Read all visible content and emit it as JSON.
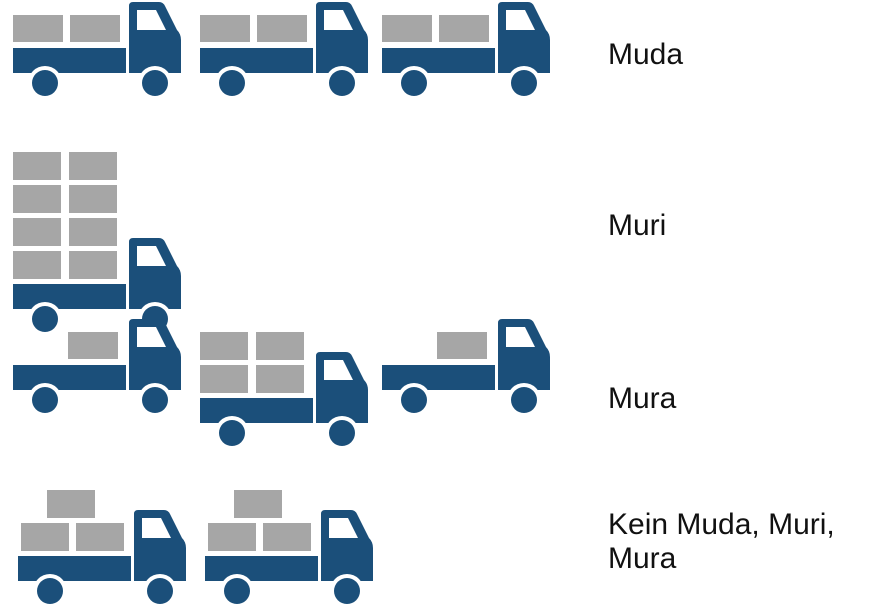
{
  "colors": {
    "truck": "#1B4F7A",
    "cargo": "#A6A6A6",
    "background": "#FFFFFF",
    "text": "#111111"
  },
  "rows": [
    {
      "label_lines": [
        "Muda"
      ],
      "trucks": [
        "low-load-row",
        "low-load-row",
        "low-load-row"
      ]
    },
    {
      "label_lines": [
        "Muri"
      ],
      "trucks": [
        "overloaded"
      ]
    },
    {
      "label_lines": [
        "Mura"
      ],
      "trucks": [
        "single-box",
        "double-row-stack",
        "single-box"
      ]
    },
    {
      "label_lines": [
        "Kein Muda, Muri,",
        "Mura"
      ],
      "trucks": [
        "pyramid-load",
        "pyramid-load"
      ]
    }
  ]
}
